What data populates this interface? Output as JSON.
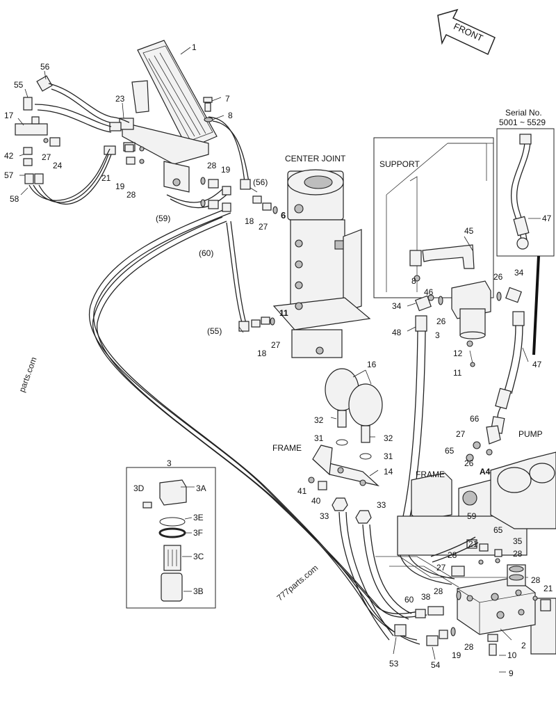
{
  "annotations": {
    "front": "FRONT",
    "center_joint": "CENTER JOINT",
    "support": "SUPPORT",
    "frame_upper": "FRAME",
    "frame_lower": "FRAME",
    "pump": "PUMP",
    "serial_title": "Serial No.",
    "serial_range": "5001 ~ 5529",
    "watermark_left": "parts.com",
    "watermark_bottom": "777parts.com"
  },
  "callouts": [
    {
      "id": "c1",
      "text": "1"
    },
    {
      "id": "c7",
      "text": "7"
    },
    {
      "id": "c8a",
      "text": "8"
    },
    {
      "id": "c56",
      "text": "56"
    },
    {
      "id": "c55",
      "text": "55"
    },
    {
      "id": "c23",
      "text": "23"
    },
    {
      "id": "c17",
      "text": "17"
    },
    {
      "id": "c42",
      "text": "42"
    },
    {
      "id": "c57",
      "text": "57"
    },
    {
      "id": "c58",
      "text": "58"
    },
    {
      "id": "c27a",
      "text": "27"
    },
    {
      "id": "c24",
      "text": "24"
    },
    {
      "id": "c21a",
      "text": "21"
    },
    {
      "id": "c19a",
      "text": "19"
    },
    {
      "id": "c28a",
      "text": "28"
    },
    {
      "id": "c28b",
      "text": "28"
    },
    {
      "id": "c19b",
      "text": "19"
    },
    {
      "id": "c56p",
      "text": "(56)"
    },
    {
      "id": "c18a",
      "text": "18"
    },
    {
      "id": "c27b",
      "text": "27"
    },
    {
      "id": "c6",
      "text": "6"
    },
    {
      "id": "c59p",
      "text": "(59)"
    },
    {
      "id": "c60p",
      "text": "(60)"
    },
    {
      "id": "c11a",
      "text": "11"
    },
    {
      "id": "c55p",
      "text": "(55)"
    },
    {
      "id": "c18b",
      "text": "18"
    },
    {
      "id": "c27c",
      "text": "27"
    },
    {
      "id": "c45",
      "text": "45"
    },
    {
      "id": "c8b",
      "text": "8"
    },
    {
      "id": "c46",
      "text": "46"
    },
    {
      "id": "c34a",
      "text": "34"
    },
    {
      "id": "c26a",
      "text": "26"
    },
    {
      "id": "c26b",
      "text": "26"
    },
    {
      "id": "c34b",
      "text": "34"
    },
    {
      "id": "c48",
      "text": "48"
    },
    {
      "id": "c3a",
      "text": "3"
    },
    {
      "id": "c12",
      "text": "12"
    },
    {
      "id": "c11b",
      "text": "11"
    },
    {
      "id": "c47a",
      "text": "47"
    },
    {
      "id": "c47b",
      "text": "47"
    },
    {
      "id": "c16",
      "text": "16"
    },
    {
      "id": "c32a",
      "text": "32"
    },
    {
      "id": "c32b",
      "text": "32"
    },
    {
      "id": "c31a",
      "text": "31"
    },
    {
      "id": "c31b",
      "text": "31"
    },
    {
      "id": "c14",
      "text": "14"
    },
    {
      "id": "c41",
      "text": "41"
    },
    {
      "id": "c40",
      "text": "40"
    },
    {
      "id": "c33a",
      "text": "33"
    },
    {
      "id": "c33b",
      "text": "33"
    },
    {
      "id": "c66",
      "text": "66"
    },
    {
      "id": "c27d",
      "text": "27"
    },
    {
      "id": "c65a",
      "text": "65"
    },
    {
      "id": "c26c",
      "text": "26"
    },
    {
      "id": "cA4",
      "text": "A4"
    },
    {
      "id": "c59",
      "text": "59"
    },
    {
      "id": "c65b",
      "text": "65"
    },
    {
      "id": "c21b",
      "text": "21"
    },
    {
      "id": "c35",
      "text": "35"
    },
    {
      "id": "c28c",
      "text": "28"
    },
    {
      "id": "c28d",
      "text": "28"
    },
    {
      "id": "c27e",
      "text": "27"
    },
    {
      "id": "c28e",
      "text": "28"
    },
    {
      "id": "c28f",
      "text": "28"
    },
    {
      "id": "c21c",
      "text": "21"
    },
    {
      "id": "c38",
      "text": "38"
    },
    {
      "id": "c60",
      "text": "60"
    },
    {
      "id": "c2",
      "text": "2"
    },
    {
      "id": "c28g",
      "text": "28"
    },
    {
      "id": "c19c",
      "text": "19"
    },
    {
      "id": "c53",
      "text": "53"
    },
    {
      "id": "c54",
      "text": "54"
    },
    {
      "id": "c10",
      "text": "10"
    },
    {
      "id": "c9",
      "text": "9"
    },
    {
      "id": "c3b",
      "text": "3"
    },
    {
      "id": "c3D",
      "text": "3D"
    },
    {
      "id": "c3A",
      "text": "3A"
    },
    {
      "id": "c3E",
      "text": "3E"
    },
    {
      "id": "c3F",
      "text": "3F"
    },
    {
      "id": "c3C",
      "text": "3C"
    },
    {
      "id": "c3B",
      "text": "3B"
    }
  ]
}
